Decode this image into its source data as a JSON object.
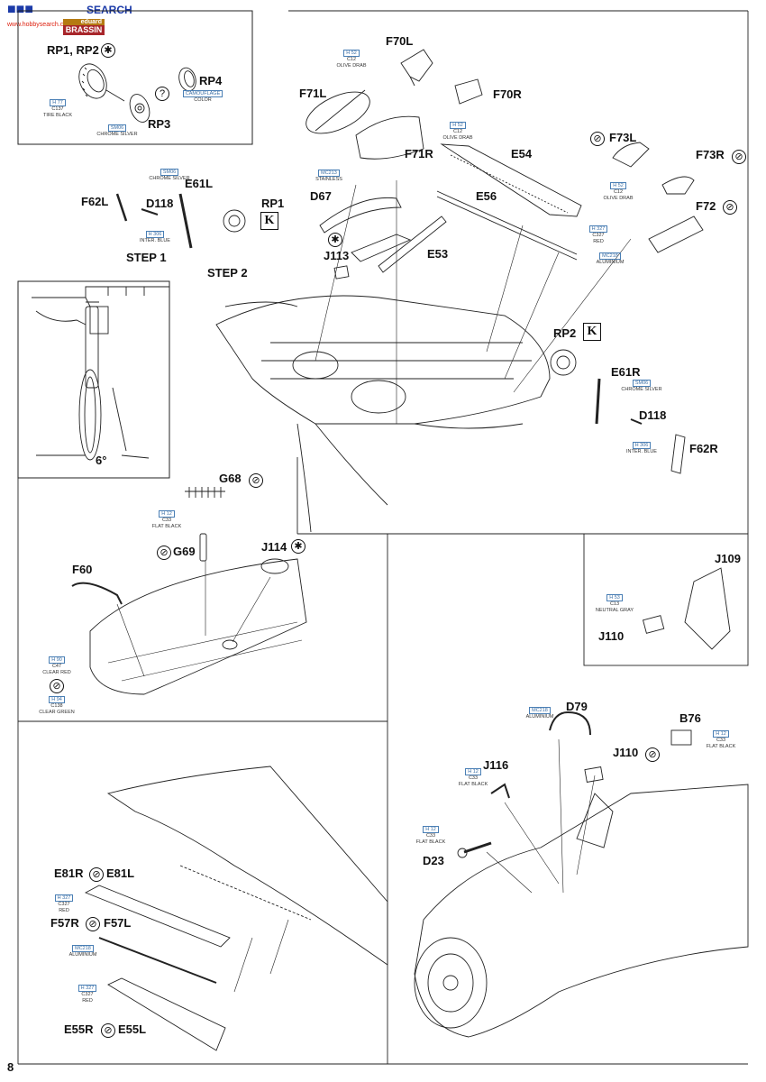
{
  "watermark": {
    "site": "SEARCH",
    "sub": "www.hobbysearch.com"
  },
  "brand": {
    "top": "eduard",
    "bottom": "BRASSIN"
  },
  "page_number": "8",
  "steps": {
    "step1": "STEP 1",
    "step2": "STEP 2"
  },
  "angle": "6°",
  "box1": {
    "parts": [
      "RP1, RP2",
      "RP4",
      "RP3"
    ],
    "paints": [
      {
        "code": "H 77",
        "code2": "C137",
        "name": "TIRE BLACK"
      },
      {
        "code": "SM06",
        "code2": "",
        "name": "CHROME SILVER"
      },
      {
        "code": "CAMOUFLAGE",
        "code2": "",
        "name": "COLOR"
      }
    ]
  },
  "labels": {
    "F70L": "F70L",
    "F70R": "F70R",
    "F71L": "F71L",
    "F71R": "F71R",
    "F73L": "F73L",
    "F73R": "F73R",
    "F72": "F72",
    "E54": "E54",
    "E56": "E56",
    "E53": "E53",
    "D67": "D67",
    "J113": "J113",
    "E61L": "E61L",
    "F62L": "F62L",
    "D118a": "D118",
    "RP1": "RP1",
    "RP2": "RP2",
    "E61R": "E61R",
    "D118b": "D118",
    "F62R": "F62R",
    "G68": "G68",
    "G69": "G69",
    "J114": "J114",
    "F60": "F60",
    "J109": "J109",
    "J110a": "J110",
    "J110b": "J110",
    "D79": "D79",
    "B76": "B76",
    "J116": "J116",
    "D23": "D23",
    "E81": "E81R",
    "E81b": "E81L",
    "F57R": "F57R",
    "F57L": "F57L",
    "E55R": "E55R",
    "E55L": "E55L",
    "K": "K"
  },
  "paints": {
    "olive1": {
      "code": "H 52",
      "code2": "C12",
      "name": "OLIVE DRAB"
    },
    "olive2": {
      "code": "H 52",
      "code2": "C12",
      "name": "OLIVE DRAB"
    },
    "olive3": {
      "code": "H 52",
      "code2": "C12",
      "name": "OLIVE DRAB"
    },
    "stainless": {
      "code": "MC213",
      "code2": "",
      "name": "STAINLESS"
    },
    "chrome1": {
      "code": "SM06",
      "code2": "",
      "name": "CHROME SILVER"
    },
    "interblue1": {
      "code": "H 306",
      "code2": "",
      "name": "INTER. BLUE"
    },
    "red1": {
      "code": "H 327",
      "code2": "C327",
      "name": "RED"
    },
    "alu1": {
      "code": "MC218",
      "code2": "",
      "name": "ALUMINIUM"
    },
    "chrome2": {
      "code": "SM06",
      "code2": "",
      "name": "CHROME SILVER"
    },
    "interblue2": {
      "code": "H 306",
      "code2": "",
      "name": "INTER. BLUE"
    },
    "flatblack1": {
      "code": "H 12",
      "code2": "C33",
      "name": "FLAT BLACK"
    },
    "clearred": {
      "code": "H 90",
      "code2": "C47",
      "name": "CLEAR RED"
    },
    "cleargreen": {
      "code": "H 94",
      "code2": "C138",
      "name": "CLEAR GREEN"
    },
    "neutralgray": {
      "code": "H 53",
      "code2": "C13",
      "name": "NEUTRAL GRAY"
    },
    "alu2": {
      "code": "MC218",
      "code2": "",
      "name": "ALUMINIUM"
    },
    "flatblack2": {
      "code": "H 12",
      "code2": "C33",
      "name": "FLAT BLACK"
    },
    "flatblack3": {
      "code": "H 12",
      "code2": "C33",
      "name": "FLAT BLACK"
    },
    "flatblack4": {
      "code": "H 12",
      "code2": "C33",
      "name": "FLAT BLACK"
    },
    "red2": {
      "code": "H 327",
      "code2": "C327",
      "name": "RED"
    },
    "alu3": {
      "code": "MC218",
      "code2": "",
      "name": "ALUMINIUM"
    },
    "red3": {
      "code": "H 327",
      "code2": "C327",
      "name": "RED"
    }
  }
}
